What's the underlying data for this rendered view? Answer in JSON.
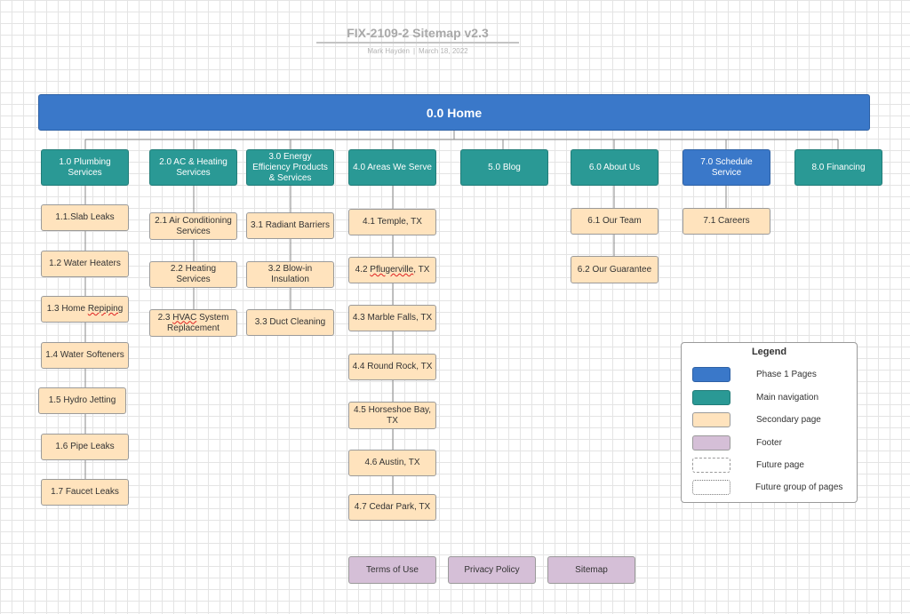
{
  "diagram": {
    "title": "FIX-2109-2 Sitemap v2.3",
    "author": "Mark Hayden",
    "separator": "|",
    "date": "March 18, 2022"
  },
  "home": {
    "label": "0.0 Home"
  },
  "sections": {
    "plumbing": {
      "label": "1.0 Plumbing Services",
      "items": [
        "1.1.Slab Leaks",
        "1.2 Water Heaters",
        "1.3 Home ",
        "Repiping",
        "1.4 Water Softeners",
        "1.5 Hydro Jetting",
        "1.6 Pipe Leaks",
        "1.7 Faucet Leaks"
      ]
    },
    "ac": {
      "label": "2.0 AC & Heating Services",
      "items": [
        "2.1 Air Conditioning Services",
        "2.2 Heating Services",
        "2.3 ",
        "HVAC",
        " System Replacement"
      ]
    },
    "energy": {
      "label": "3.0 Energy Efficiency Products & Services",
      "items": [
        "3.1 Radiant Barriers",
        "3.2 Blow-in Insulation",
        "3.3 Duct Cleaning"
      ]
    },
    "areas": {
      "label": "4.0 Areas We Serve",
      "items": [
        "4.1 Temple, TX",
        "4.2 ",
        "Pflugerville",
        ", TX",
        "4.3 Marble Falls, TX",
        "4.4 Round Rock, TX",
        "4.5 Horseshoe Bay, TX",
        "4.6 Austin, TX",
        "4.7 Cedar Park, TX"
      ]
    },
    "blog": {
      "label": "5.0 Blog"
    },
    "about": {
      "label": "6.0 About Us",
      "items": [
        "6.1 Our Team",
        "6.2 Our Guarantee"
      ]
    },
    "schedule": {
      "label": "7.0 Schedule Service",
      "items": [
        "7.1 Careers"
      ]
    },
    "financing": {
      "label": "8.0 Financing"
    }
  },
  "footer": {
    "items": [
      "Terms of Use",
      "Privacy Policy",
      "Sitemap"
    ]
  },
  "legend": {
    "title": "Legend",
    "entries": [
      {
        "label": "Phase 1 Pages",
        "color": "#3a78c9"
      },
      {
        "label": "Main navigation",
        "color": "#2a9995"
      },
      {
        "label": "Secondary page",
        "color": "#ffe3bd"
      },
      {
        "label": "Footer",
        "color": "#d5bfd7"
      },
      {
        "label": "Future page",
        "color": "none"
      },
      {
        "label": "Future group of pages",
        "color": "none"
      }
    ]
  }
}
